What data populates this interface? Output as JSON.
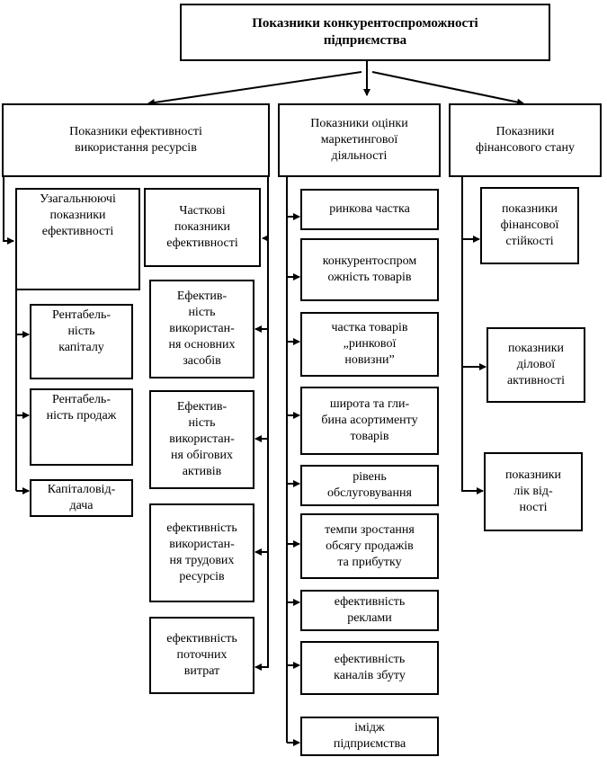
{
  "root": "Показники конкурентоспроможності\nпідприємства",
  "groups": {
    "resources": {
      "title": "Показники ефективності\nвикористання ресурсів",
      "general": {
        "title": "Узагальнюючі\nпоказники\nефективності",
        "items": [
          "Рентабель-\nність\nкапіталу",
          "Рентабель-\nність продаж",
          "Капіталовід-\nдача"
        ]
      },
      "partial": {
        "title": "Часткові\nпоказники\nефективності",
        "items": [
          "Ефектив-\nність\nвикористан-\nня основних\nзасобів",
          "Ефектив-\nність\nвикористан-\nня обігових\nактивів",
          "ефективність\nвикористан-\nня трудових\nресурсів",
          "ефективність\nпоточних\nвитрат"
        ]
      }
    },
    "marketing": {
      "title": "Показники оцінки\nмаркетингової\nдіяльності",
      "items": [
        "ринкова частка",
        "конкурентоспром\nожність товарів",
        "частка товарів\n„ринкової\nновизни”",
        "широта та гли-\nбина асортименту\nтоварів",
        "рівень\nобслуговування",
        "темпи зростання\nобсягу продажів\nта прибутку",
        "ефективність\nреклами",
        "ефективність\nканалів збуту",
        "імідж\nпідприємства"
      ]
    },
    "financial": {
      "title": "Показники\nфінансового стану",
      "items": [
        "показники\nфінансової\nстійкості",
        "показники\nділової\nактивності",
        "показники\nлік від-\nності"
      ]
    }
  }
}
